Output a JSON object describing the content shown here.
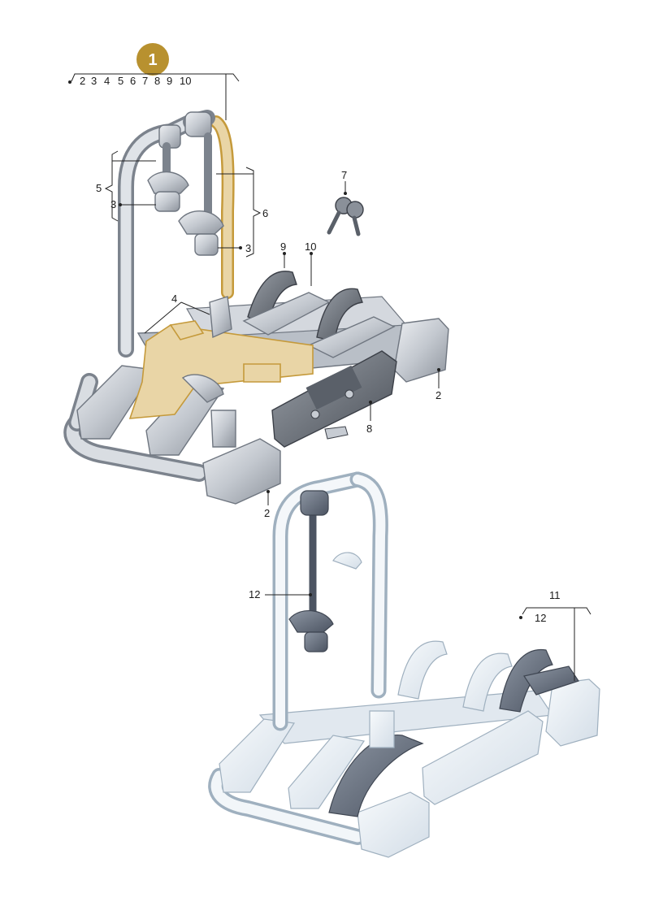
{
  "diagram": {
    "badge": {
      "label": "1",
      "color": "#b8912f"
    },
    "group_1_items": [
      "2",
      "3",
      "4",
      "5",
      "6",
      "7",
      "8",
      "9",
      "10"
    ],
    "callouts": {
      "c2a": "2",
      "c2b": "2",
      "c3a": "3",
      "c3b": "3",
      "c4": "4",
      "c5": "5",
      "c6": "6",
      "c7": "7",
      "c8": "8",
      "c9": "9",
      "c10": "10",
      "c11": "11",
      "c12a": "12",
      "c12b": "12"
    },
    "colors": {
      "highlight": "#e9d5a6",
      "highlight_outline": "#c59a3b",
      "metal": "#c7ccd3",
      "ghost": "#e3eaf1"
    }
  }
}
